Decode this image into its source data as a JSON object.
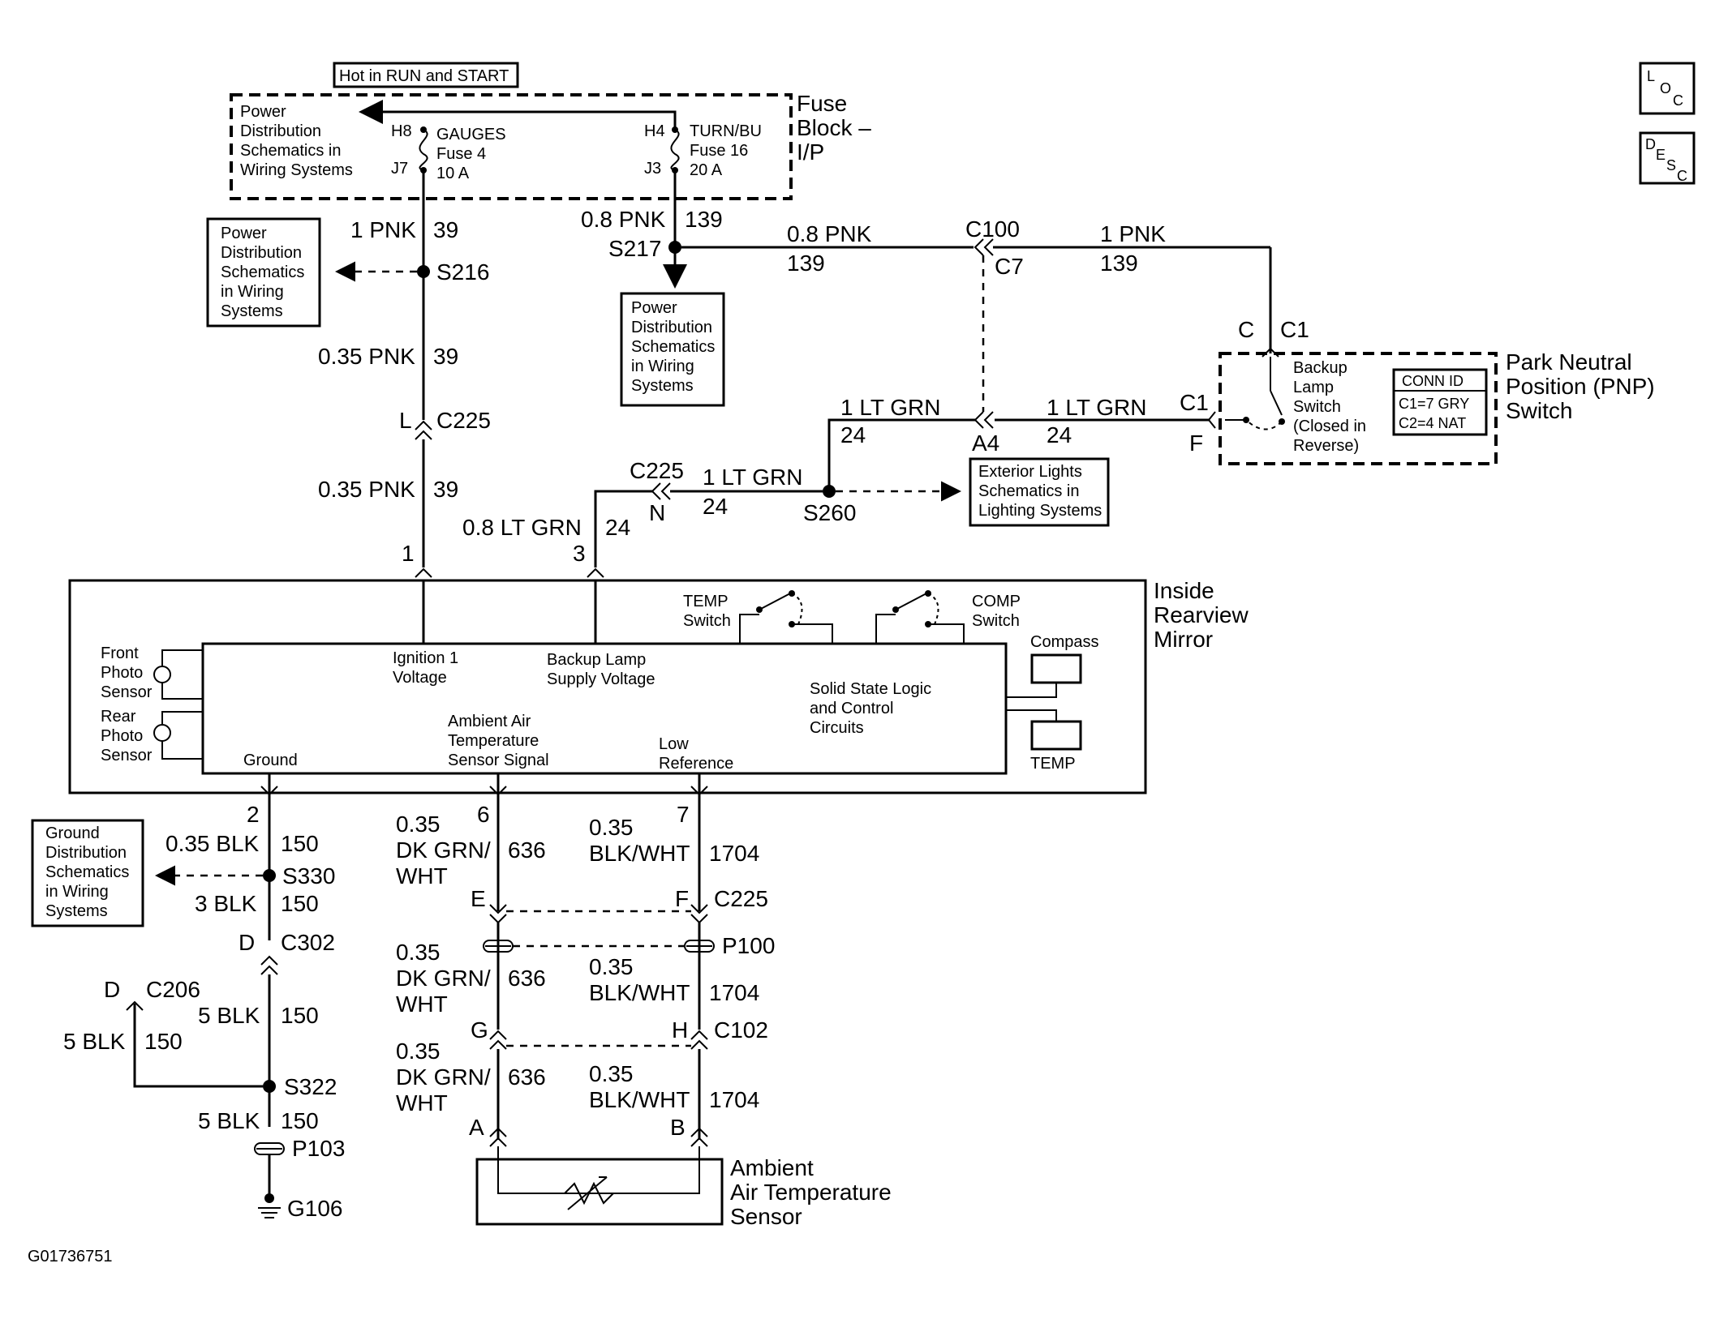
{
  "header": {
    "hot_label": "Hot in RUN and START",
    "fuse_block": [
      "Fuse",
      "Block –",
      "I/P"
    ],
    "loc_icon": [
      "L",
      "O",
      "C"
    ],
    "desc_icon": [
      "D",
      "E",
      "S",
      "C"
    ]
  },
  "fuse_block": {
    "pds_text": [
      "Power",
      "Distribution",
      "Schematics in",
      "Wiring Systems"
    ],
    "gauges": {
      "h": "H8",
      "j": "J7",
      "lines": [
        "GAUGES",
        "Fuse 4",
        "10 A"
      ]
    },
    "turn": {
      "h": "H4",
      "j": "J3",
      "lines": [
        "TURN/BU",
        "Fuse 16",
        "20 A"
      ]
    }
  },
  "refs": {
    "pds_left": [
      "Power",
      "Distribution",
      "Schematics",
      "in Wiring",
      "Systems"
    ],
    "pds_mid": [
      "Power",
      "Distribution",
      "Schematics",
      "in Wiring",
      "Systems"
    ],
    "ext_lights": [
      "Exterior Lights",
      "Schematics in",
      "Lighting Systems"
    ],
    "ground_dist": [
      "Ground",
      "Distribution",
      "Schematics",
      "in Wiring",
      "Systems"
    ]
  },
  "wires": {
    "w1": {
      "size": "1 PNK",
      "circuit": "39"
    },
    "s216": "S216",
    "w2": {
      "size": "0.35 PNK",
      "circuit": "39"
    },
    "c225_top": {
      "pin": "L",
      "conn": "C225"
    },
    "w3": {
      "size": "0.35 PNK",
      "circuit": "39"
    },
    "pin1": "1",
    "w_turn": {
      "size": "0.8 PNK",
      "circuit": "139"
    },
    "s217": "S217",
    "w_c100_left": {
      "size": "0.8 PNK",
      "circuit": "139"
    },
    "c100": "C100",
    "c7": "C7",
    "w_c100_right": {
      "size": "1 PNK",
      "circuit": "139"
    },
    "pnp_c": {
      "pin": "C",
      "conn": "C1"
    },
    "w_grn_a4_right": {
      "size": "1 LT GRN",
      "circuit": "24"
    },
    "pnp_c1": "C1",
    "pnp_f": "F",
    "a4": "A4",
    "w_grn_a4_left": {
      "size": "1 LT GRN",
      "circuit": "24"
    },
    "c225_n": {
      "conn": "C225",
      "pin": "N"
    },
    "w_grn_s260": {
      "size": "1 LT GRN",
      "circuit": "24"
    },
    "s260": "S260",
    "w_grn_mirror": {
      "size": "0.8 LT GRN",
      "circuit": "24"
    },
    "pin3": "3"
  },
  "pnp": {
    "title": [
      "Park Neutral",
      "Position (PNP)",
      "Switch"
    ],
    "switch_text": [
      "Backup",
      "Lamp",
      "Switch",
      "(Closed in",
      "Reverse)"
    ],
    "conn_id": {
      "title": "CONN ID",
      "c1": "C1=7 GRY",
      "c2": "C2=4 NAT"
    }
  },
  "mirror": {
    "title": [
      "Inside",
      "Rearview",
      "Mirror"
    ],
    "temp_switch": [
      "TEMP",
      "Switch"
    ],
    "comp_switch": [
      "COMP",
      "Switch"
    ],
    "compass": "Compass",
    "temp_display": "TEMP",
    "front_photo": [
      "Front",
      "Photo",
      "Sensor"
    ],
    "rear_photo": [
      "Rear",
      "Photo",
      "Sensor"
    ],
    "ignition": [
      "Ignition 1",
      "Voltage"
    ],
    "backup": [
      "Backup Lamp",
      "Supply Voltage"
    ],
    "logic": [
      "Solid State Logic",
      "and Control",
      "Circuits"
    ],
    "ground": "Ground",
    "ambient": [
      "Ambient Air",
      "Temperature",
      "Sensor Signal"
    ],
    "low_ref": [
      "Low",
      "Reference"
    ]
  },
  "ground_side": {
    "pin2": "2",
    "w1": {
      "size": "0.35 BLK",
      "circuit": "150"
    },
    "s330": "S330",
    "w2": {
      "size": "3 BLK",
      "circuit": "150"
    },
    "c302": {
      "pin": "D",
      "conn": "C302"
    },
    "c206": {
      "pin": "D",
      "conn": "C206"
    },
    "w3": {
      "size": "5 BLK",
      "circuit": "150"
    },
    "w_branch": {
      "size": "5 BLK",
      "circuit": "150"
    },
    "s322": "S322",
    "w4": {
      "size": "5 BLK",
      "circuit": "150"
    },
    "p103": "P103",
    "g106": "G106"
  },
  "sensor_side": {
    "pin6": "6",
    "pin7": "7",
    "sig1": {
      "size": [
        "0.35",
        "DK GRN/",
        "WHT"
      ],
      "circuit": "636"
    },
    "ref1": {
      "size": [
        "0.35",
        "BLK/WHT"
      ],
      "circuit": "1704"
    },
    "c225": {
      "pin_left": "E",
      "pin_right": "F",
      "conn": "C225"
    },
    "p100": "P100",
    "sig2": {
      "size": [
        "0.35",
        "DK GRN/",
        "WHT"
      ],
      "circuit": "636"
    },
    "ref2": {
      "size": [
        "0.35",
        "BLK/WHT"
      ],
      "circuit": "1704"
    },
    "c102": {
      "pin_left": "G",
      "pin_right": "H",
      "conn": "C102"
    },
    "sig3": {
      "size": [
        "0.35",
        "DK GRN/",
        "WHT"
      ],
      "circuit": "636"
    },
    "ref3": {
      "size": [
        "0.35",
        "BLK/WHT"
      ],
      "circuit": "1704"
    },
    "pin_a": "A",
    "pin_b": "B",
    "sensor_title": [
      "Ambient",
      "Air Temperature",
      "Sensor"
    ]
  },
  "footer": {
    "code": "G01736751"
  }
}
